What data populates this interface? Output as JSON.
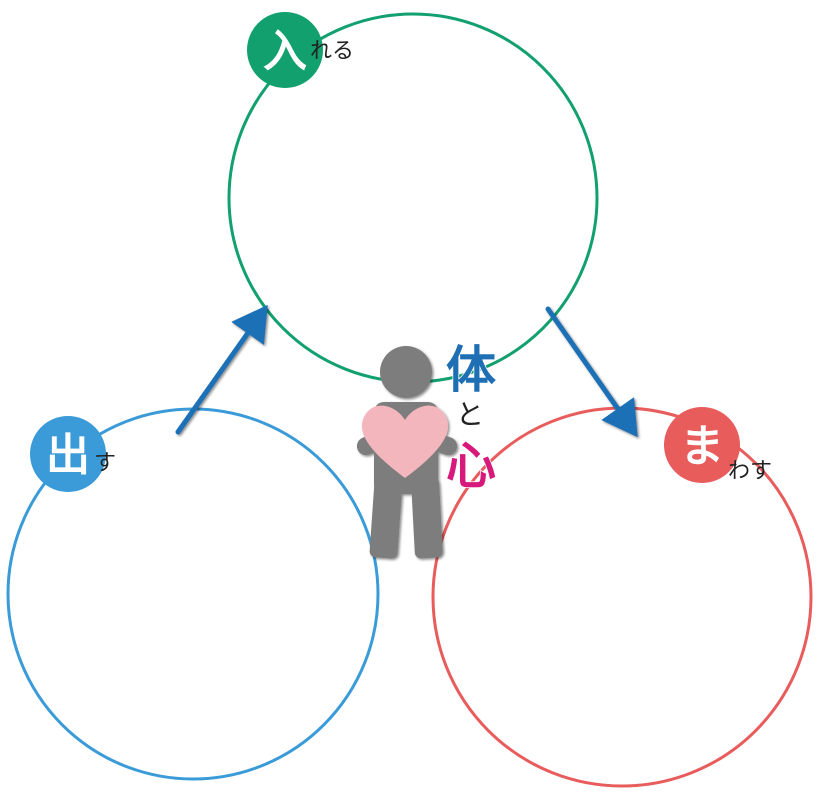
{
  "circles": {
    "ireru": {
      "big": "入",
      "small": "れる",
      "color": "#11a06e"
    },
    "mawasu": {
      "big": "ま",
      "small": "わす",
      "color": "#e85c5c"
    },
    "dasu": {
      "big": "出",
      "small": "す",
      "color": "#3a9bd8"
    }
  },
  "center": {
    "body": "体",
    "and": "と",
    "heart": "心",
    "body_color": "#1f6fb5",
    "heart_color": "#d6197a",
    "figure_color": "#7d7d7d",
    "heart_fill": "#f4b6bd"
  },
  "arrow_color": "#1f6fb5",
  "icons": {
    "person": "person-holding-heart-icon",
    "arrow": "arrow-icon"
  }
}
